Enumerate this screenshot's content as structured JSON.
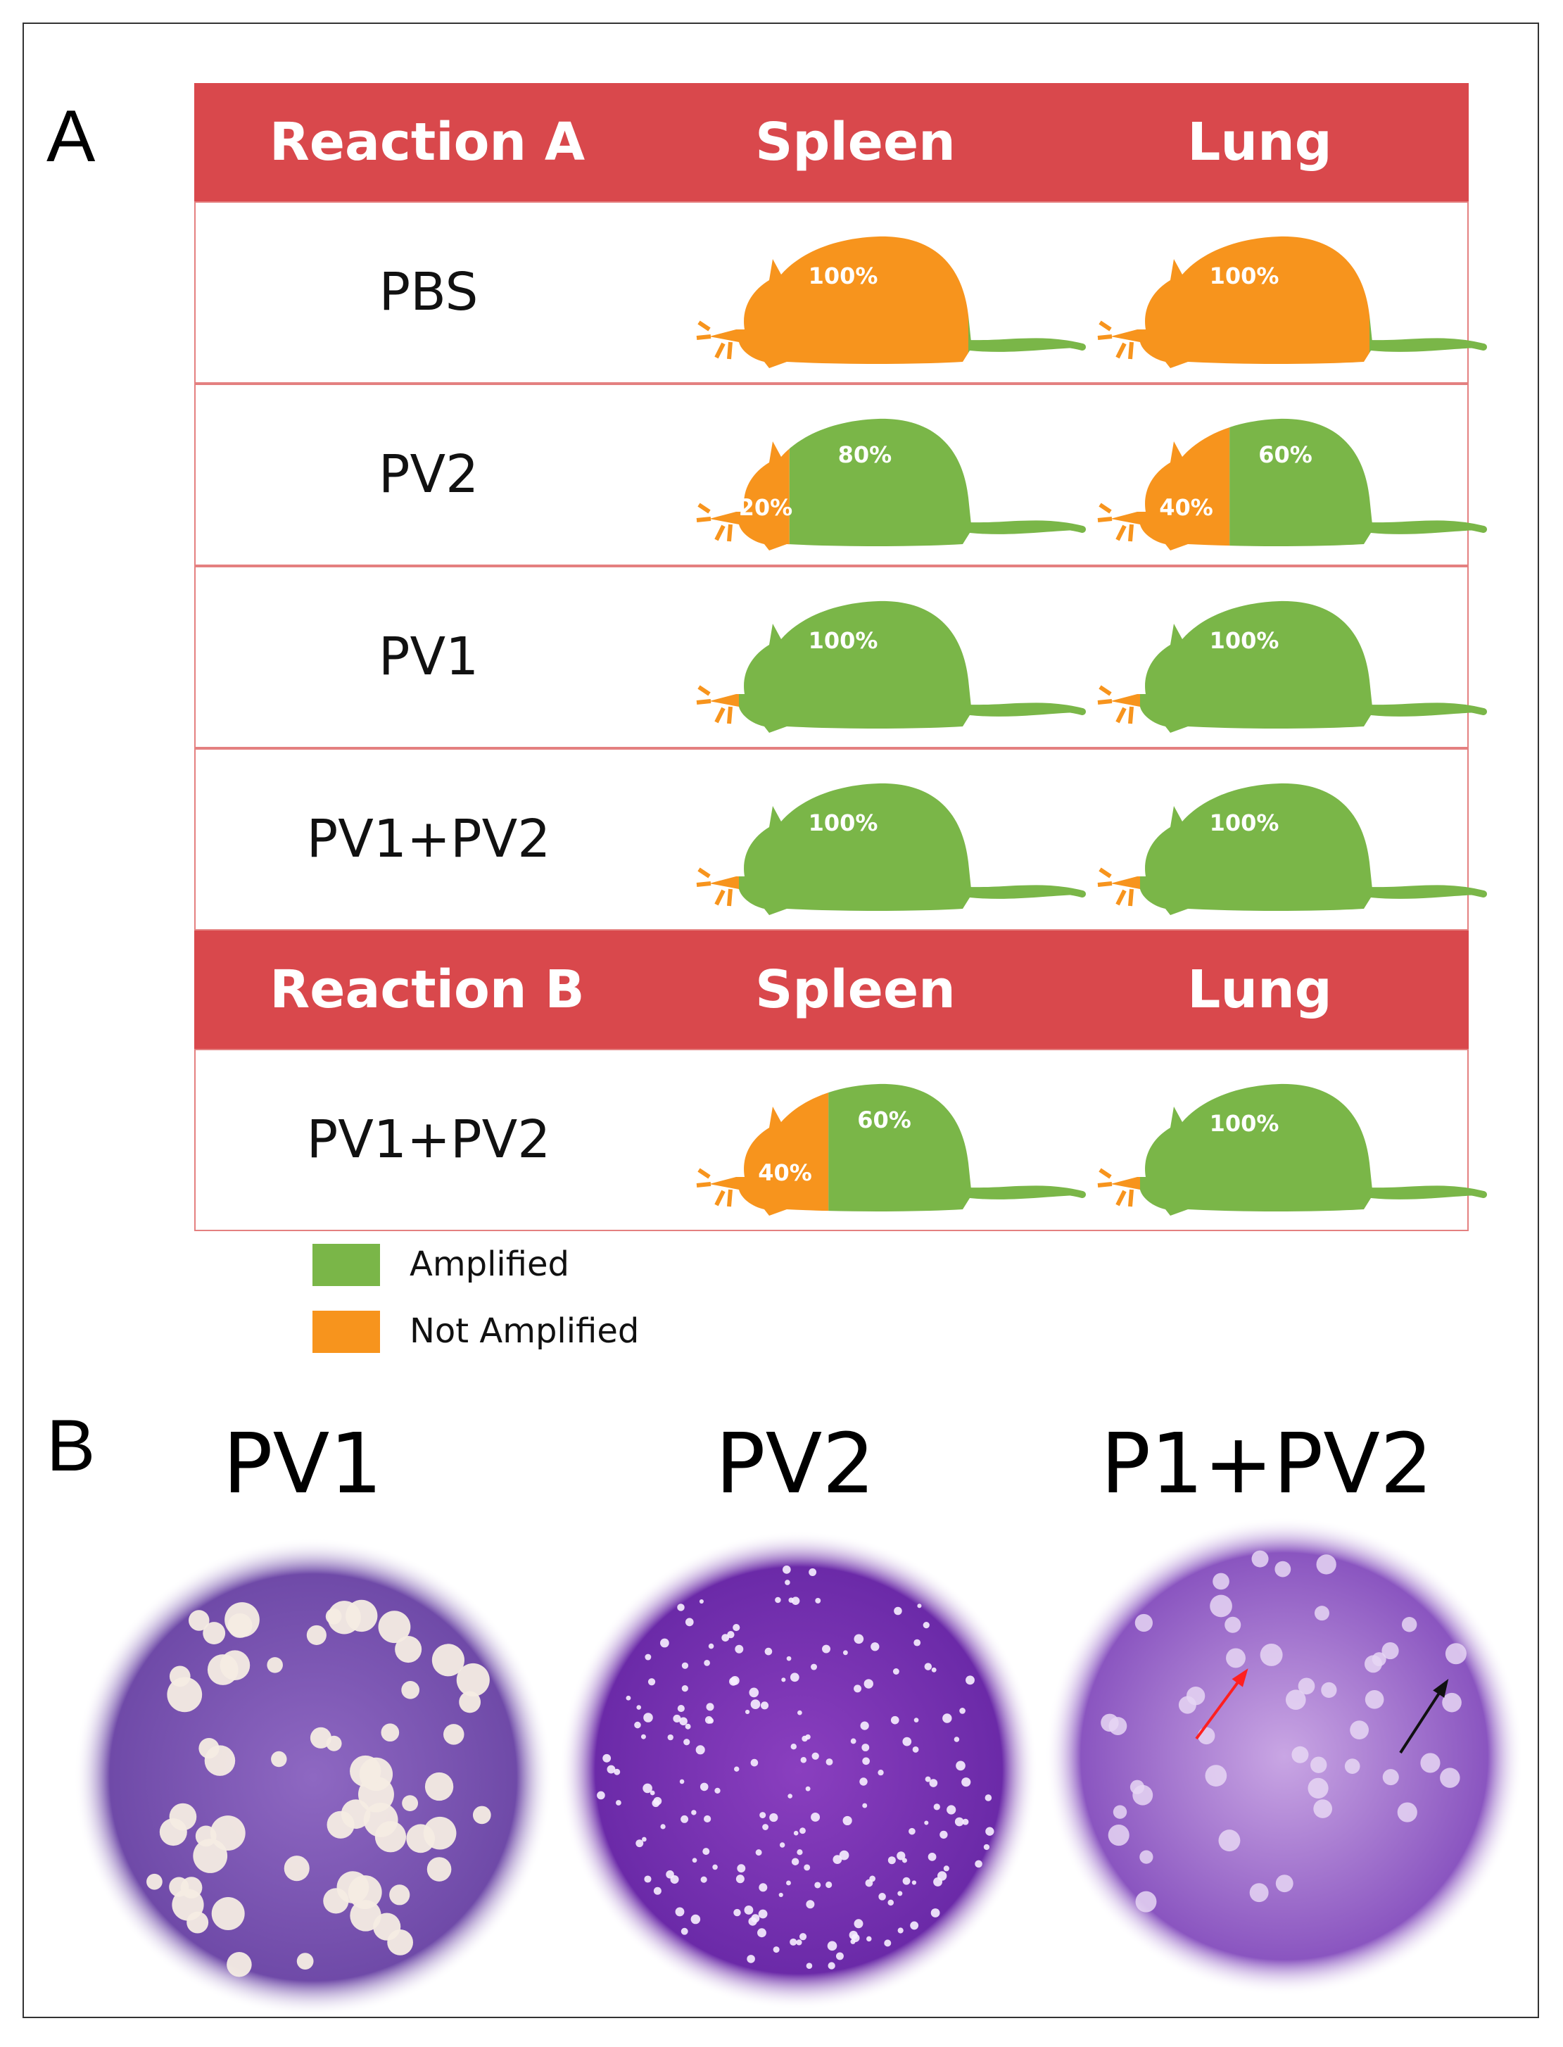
{
  "panelA": {
    "letter": "A",
    "header_a": {
      "reaction": "Reaction A",
      "col1": "Spleen",
      "col2": "Lung"
    },
    "rows_a": [
      {
        "label": "PBS",
        "spleen": {
          "amplified": 0,
          "not_amplified": 100
        },
        "lung": {
          "amplified": 0,
          "not_amplified": 100
        }
      },
      {
        "label": "PV2",
        "spleen": {
          "amplified": 80,
          "not_amplified": 20
        },
        "lung": {
          "amplified": 60,
          "not_amplified": 40
        }
      },
      {
        "label": "PV1",
        "spleen": {
          "amplified": 100,
          "not_amplified": 0
        },
        "lung": {
          "amplified": 100,
          "not_amplified": 0
        }
      },
      {
        "label": "PV1+PV2",
        "spleen": {
          "amplified": 100,
          "not_amplified": 0
        },
        "lung": {
          "amplified": 100,
          "not_amplified": 0
        }
      }
    ],
    "header_b": {
      "reaction": "Reaction B",
      "col1": "Spleen",
      "col2": "Lung"
    },
    "rows_b": [
      {
        "label": "PV1+PV2",
        "spleen": {
          "amplified": 60,
          "not_amplified": 40
        },
        "lung": {
          "amplified": 100,
          "not_amplified": 0
        }
      }
    ],
    "legend": [
      {
        "label": "Amplified",
        "color": "#7ab648"
      },
      {
        "label": "Not Amplified",
        "color": "#f7941d"
      }
    ]
  },
  "panelB": {
    "letter": "B",
    "plates": [
      {
        "title": "PV1"
      },
      {
        "title": "PV2"
      },
      {
        "title": "P1+PV2"
      }
    ]
  },
  "colors": {
    "header": "#d9484c",
    "amplified": "#7ab648",
    "not_amplified": "#f7941d",
    "plate": "#7b3fb0"
  }
}
